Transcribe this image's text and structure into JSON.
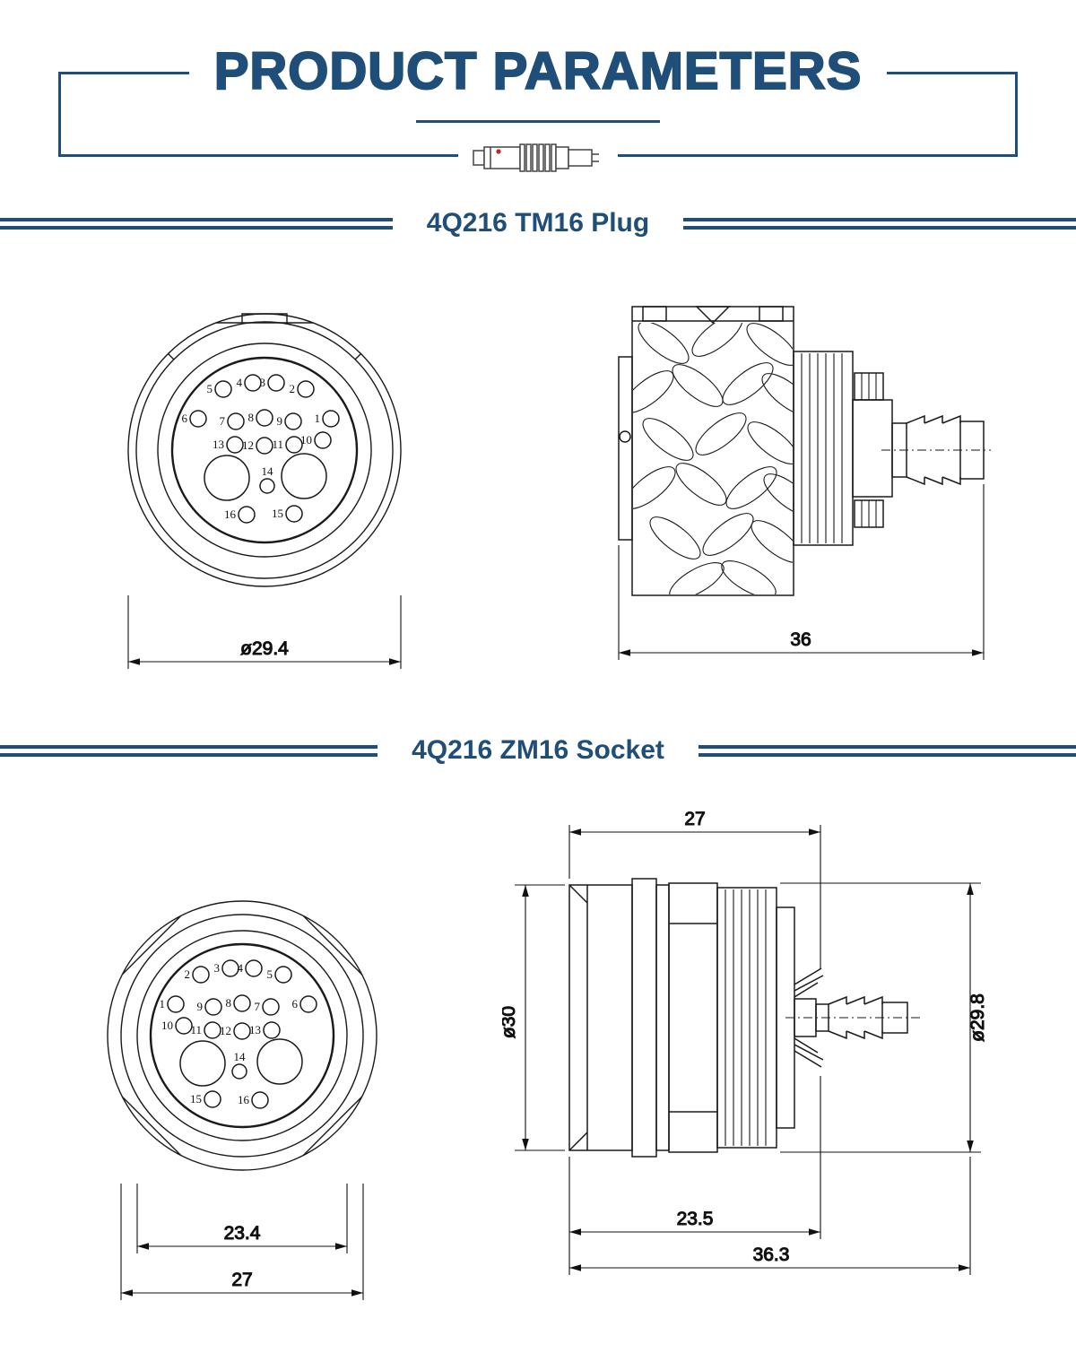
{
  "page": {
    "title": "PRODUCT PARAMETERS",
    "accent_color": "#1f4e79"
  },
  "plug": {
    "section_title": "4Q216 TM16 Plug",
    "front": {
      "pins": [
        "1",
        "2",
        "3",
        "4",
        "5",
        "6",
        "7",
        "8",
        "9",
        "10",
        "11",
        "12",
        "13",
        "14",
        "15",
        "16"
      ],
      "diameter_label": "ø29.4"
    },
    "side": {
      "length_label": "36"
    }
  },
  "socket": {
    "section_title": "4Q216 ZM16 Socket",
    "front": {
      "pins": [
        "1",
        "2",
        "3",
        "4",
        "5",
        "6",
        "7",
        "8",
        "9",
        "10",
        "11",
        "12",
        "13",
        "14",
        "15",
        "16"
      ],
      "inner_width_label": "23.4",
      "outer_width_label": "27"
    },
    "side": {
      "top_width_label": "27",
      "left_diameter_label": "ø30",
      "right_diameter_label": "ø29.8",
      "thread_length_label": "23.5",
      "total_length_label": "36.3"
    }
  }
}
